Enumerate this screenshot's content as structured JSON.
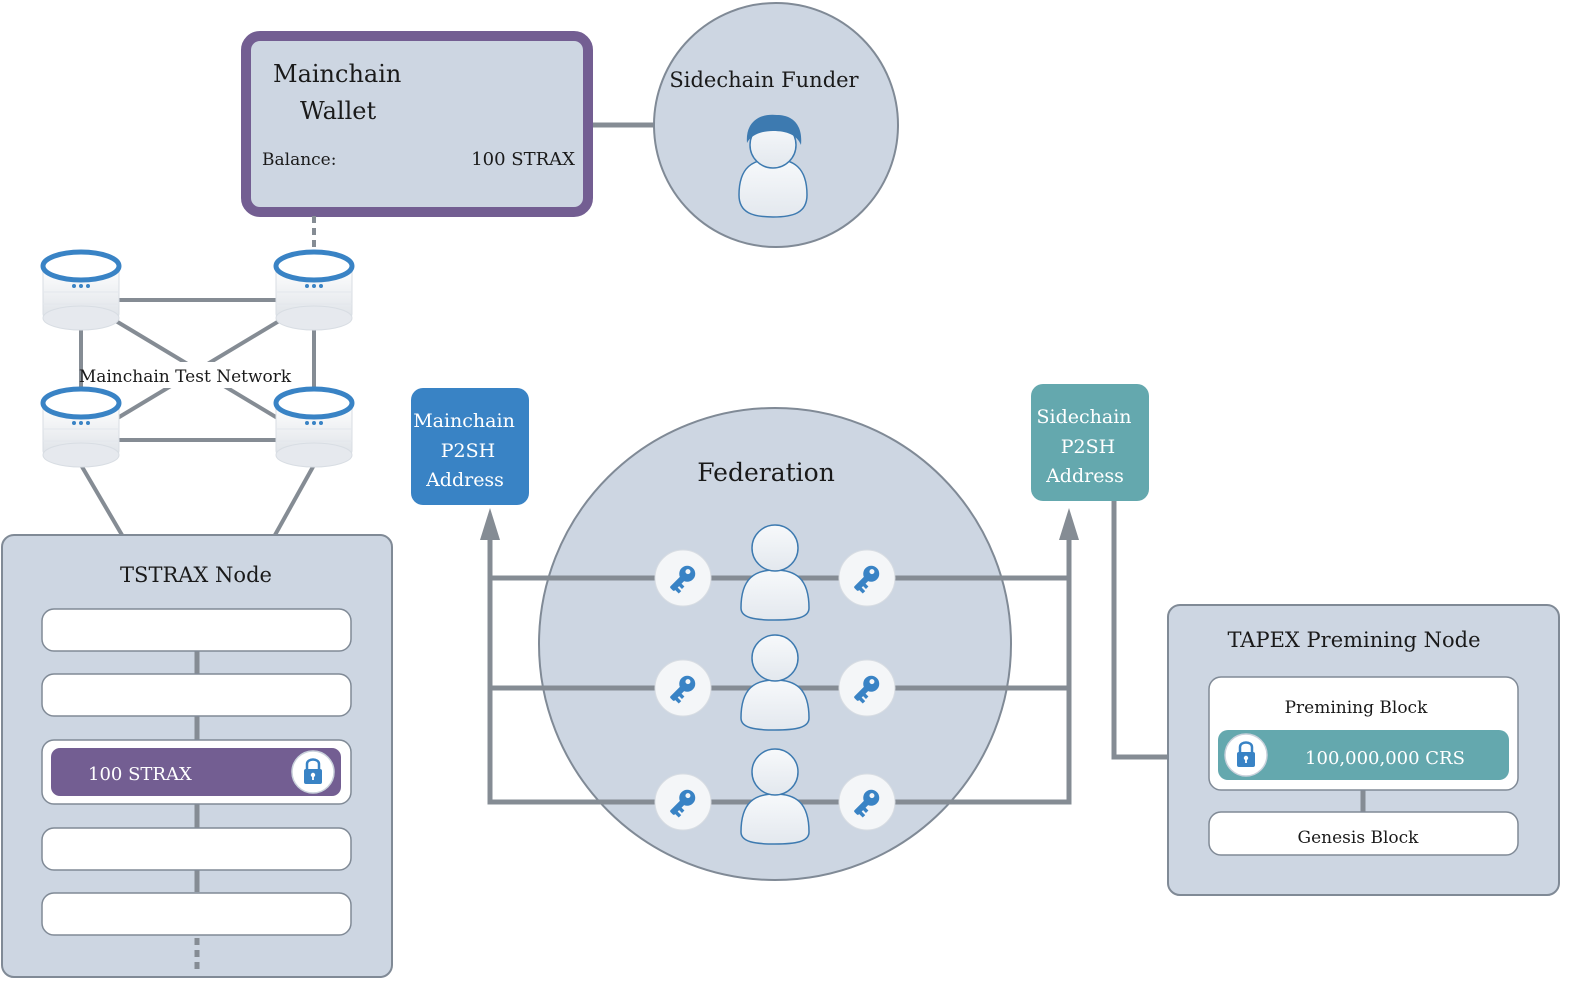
{
  "wallet": {
    "title_line1": "Mainchain",
    "title_line2": "Wallet",
    "balance_label": "Balance:",
    "balance_value": "100 STRAX"
  },
  "funder": {
    "label": "Sidechain Funder"
  },
  "network": {
    "label": "Mainchain Test Network"
  },
  "tstrax_node": {
    "title": "TSTRAX Node",
    "locked_amount": "100 STRAX"
  },
  "mainchain_p2sh": {
    "line1": "Mainchain",
    "line2": "P2SH",
    "line3": "Address"
  },
  "sidechain_p2sh": {
    "line1": "Sidechain",
    "line2": "P2SH",
    "line3": "Address"
  },
  "federation": {
    "title": "Federation"
  },
  "tapex_node": {
    "title": "TAPEX Premining Node",
    "premining_block": "Premining Block",
    "premine_amount": "100,000,000 CRS",
    "genesis_block": "Genesis Block"
  },
  "colors": {
    "purple": "#735e92",
    "panel_fill": "#cdd6e2",
    "panel_border": "#808a96",
    "connector": "#858c94",
    "mainchain_blue": "#3983c5",
    "sidechain_teal": "#64a8ae",
    "person_blue": "#3d7ab0"
  }
}
